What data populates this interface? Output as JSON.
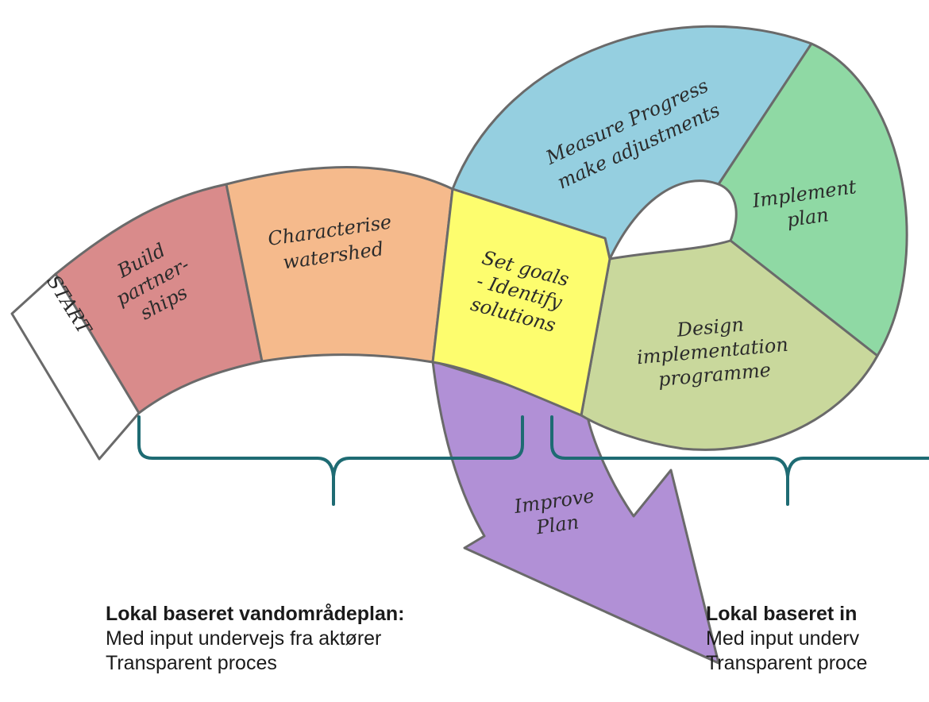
{
  "steps": {
    "start": "START",
    "build": [
      "Build",
      "partner-",
      "ships"
    ],
    "characterise": [
      "Characterise",
      "watershed"
    ],
    "set_goals": [
      "Set goals",
      "- Identify",
      "solutions"
    ],
    "measure": [
      "Measure Progress",
      "make adjustments"
    ],
    "implement": [
      "Implement",
      "plan"
    ],
    "design": [
      "Design",
      "implementation",
      "programme"
    ],
    "improve": [
      "Improve",
      "Plan"
    ]
  },
  "captions": {
    "left": {
      "heading": "Lokal baseret vandområdeplan:",
      "line1": "Med input undervejs fra aktører",
      "line2": "Transparent proces"
    },
    "right": {
      "heading": "Lokal baseret in",
      "line1": "Med input underv",
      "line2": "Transparent proce"
    }
  },
  "colors": {
    "start": "#ffffff",
    "build": "#d98b8b",
    "characterise": "#f5ba8c",
    "set_goals": "#fdfd6e",
    "measure": "#95cfe0",
    "implement": "#8fd9a4",
    "design": "#c9d89c",
    "improve": "#b190d6",
    "brace": "#1e6b73",
    "outline": "#6a6a6a"
  }
}
